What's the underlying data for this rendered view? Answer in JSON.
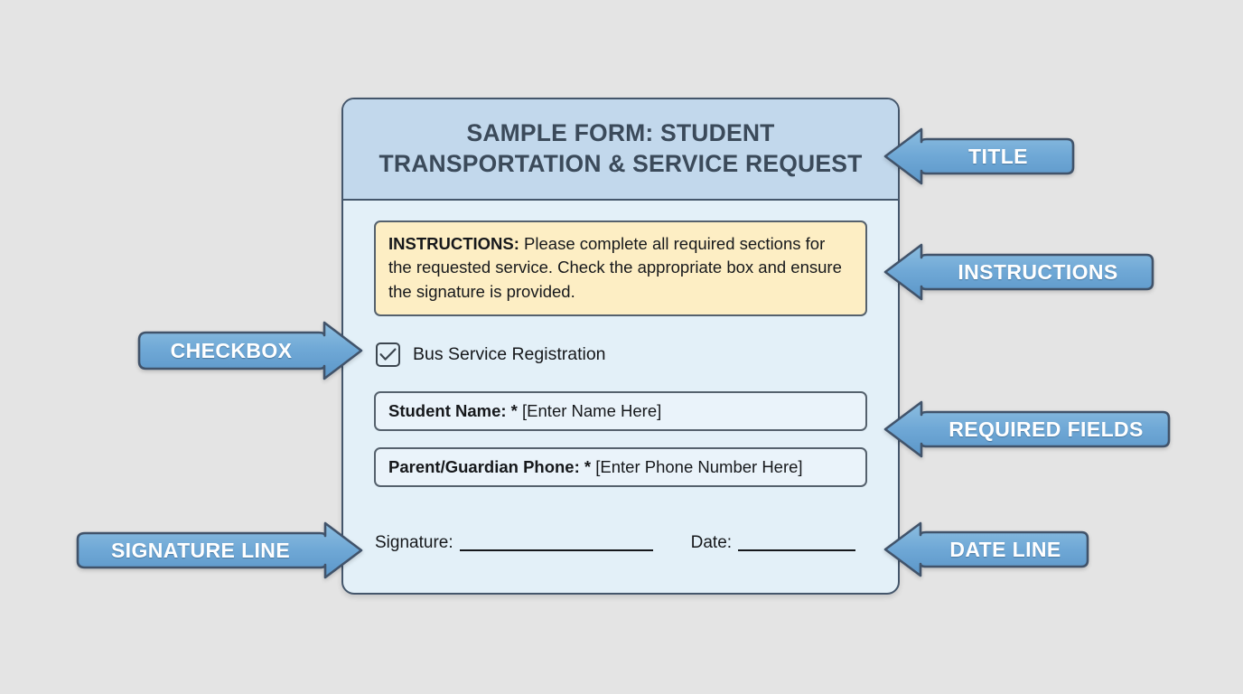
{
  "page": {
    "background_color": "#e4e4e4",
    "accent_color": "#6fa8d6",
    "outline_color": "#44566b"
  },
  "form": {
    "title": "SAMPLE FORM: STUDENT TRANSPORTATION & SERVICE REQUEST",
    "header_background": "#c2d8ec",
    "body_background": "#e3f0f8",
    "instructions": {
      "heading": "INSTRUCTIONS:",
      "body": " Please complete all required sections for the requested service. Check the appropriate box and ensure the signature is provided.",
      "background": "#fdeec4"
    },
    "checkbox": {
      "checked": true,
      "label": "Bus Service Registration"
    },
    "fields": [
      {
        "label": "Student Name: *",
        "placeholder": " [Enter Name Here]"
      },
      {
        "label": "Parent/Guardian Phone: *",
        "placeholder": " [Enter Phone Number Here]"
      }
    ],
    "signature_row": {
      "signature_label": "Signature:",
      "date_label": "Date:"
    }
  },
  "callouts": [
    {
      "label": "TITLE",
      "direction": "left"
    },
    {
      "label": "INSTRUCTIONS",
      "direction": "left"
    },
    {
      "label": "REQUIRED FIELDS",
      "direction": "left"
    },
    {
      "label": "DATE LINE",
      "direction": "left"
    },
    {
      "label": "CHECKBOX",
      "direction": "right"
    },
    {
      "label": "SIGNATURE LINE",
      "direction": "right"
    }
  ]
}
